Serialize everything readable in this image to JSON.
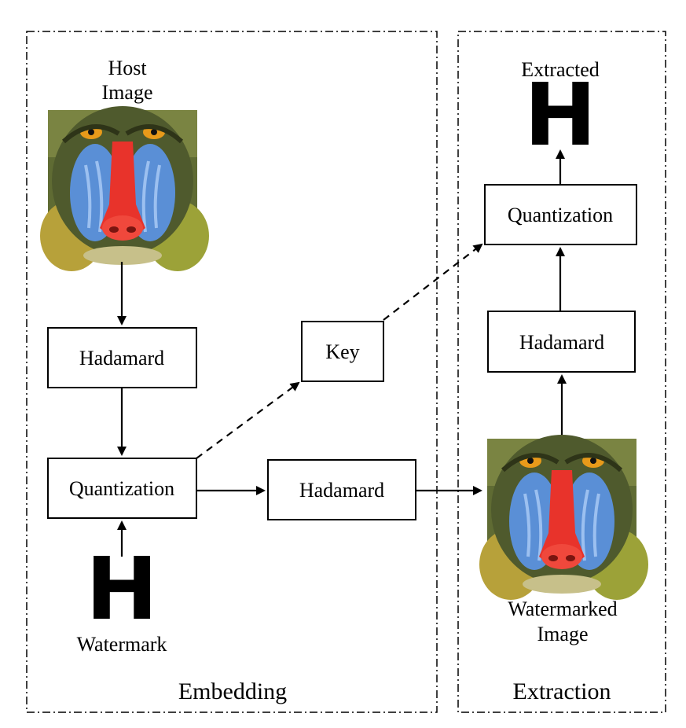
{
  "header_text": "",
  "embedding": {
    "title": "Embedding",
    "host_label_line1": "Host",
    "host_label_line2": "Image",
    "hadamard1": "Hadamard",
    "quantization": "Quantization",
    "hadamard2": "Hadamard",
    "watermark_label": "Watermark",
    "watermark_glyph": "H"
  },
  "key": {
    "label": "Key"
  },
  "extraction": {
    "title": "Extraction",
    "extracted_label": "Extracted",
    "extracted_glyph": "H",
    "quantization": "Quantization",
    "hadamard": "Hadamard",
    "watermarked_label_line1": "Watermarked",
    "watermarked_label_line2": "Image"
  },
  "colors": {
    "fur": "#6e7a3c",
    "nose": "#e8332b",
    "cheek": "#5a8fd6",
    "eye": "#e89a1a"
  }
}
